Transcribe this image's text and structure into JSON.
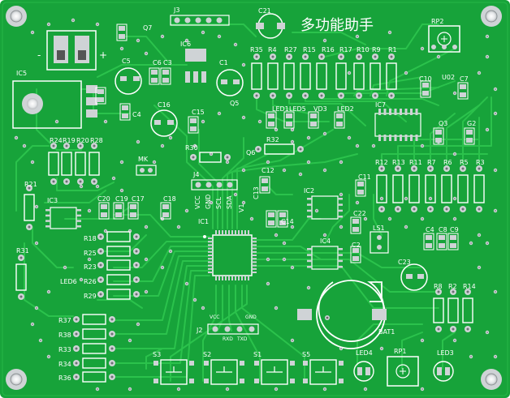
{
  "board": {
    "title_text": "多功能助手",
    "colors": {
      "soldermask": "#17a33a",
      "trace": "#2bc24c",
      "copper_pad": "#cfd3d6",
      "silkscreen": "#ffffff",
      "background": "#ffffff"
    }
  },
  "labels": {
    "J3": "J3",
    "C21": "C21",
    "RP2": "RP2",
    "Q7": "Q7",
    "IC6": "IC6",
    "C5": "C5",
    "C6": "C6",
    "C3": "C3",
    "C1": "C1",
    "IC5": "IC5",
    "minus": "-",
    "plus": "+",
    "C4": "C4",
    "C16": "C16",
    "C15": "C15",
    "Q5": "Q5",
    "R35": "R35",
    "R4": "R4",
    "R27": "R27",
    "R15": "R15",
    "R16": "R16",
    "R17": "R17",
    "R10": "R10",
    "R9": "R9",
    "R1": "R1",
    "C10": "C10",
    "U02": "U02",
    "C7": "C7",
    "LED1": "LED1",
    "LED5": "LED5",
    "VD3": "VD3",
    "LED2": "LED2",
    "IC7": "IC7",
    "Q3": "Q3",
    "G2": "G2",
    "R24": "R24",
    "R19": "R19",
    "R20": "R20",
    "R28": "R28",
    "R30": "R30",
    "Q6": "Q6",
    "R32": "R32",
    "MK": "MK",
    "C12": "C12",
    "R12": "R12",
    "R13": "R13",
    "R11": "R11",
    "R7": "R7",
    "R6": "R6",
    "R5": "R5",
    "R3": "R3",
    "C11": "C11",
    "J4": "J4",
    "VCC": "VCC",
    "GND": "GND",
    "SCL": "SCL",
    "SDA": "SDA",
    "C13": "C13",
    "V1": "V1",
    "IC2": "IC2",
    "R21": "R21",
    "IC3": "IC3",
    "C20": "C20",
    "C19": "C19",
    "C17": "C17",
    "C18": "C18",
    "C14": "C14",
    "C22": "C22",
    "LS1": "LS1",
    "IC1": "IC1",
    "C8": "C8",
    "C9": "C9",
    "R18": "R18",
    "R25": "R25",
    "R23": "R23",
    "R26": "R26",
    "R29": "R29",
    "R31": "R31",
    "IC4": "IC4",
    "C2": "C2",
    "C23": "C23",
    "LED6": "LED6",
    "R8": "R8",
    "R2": "R2",
    "R14": "R14",
    "VCC2": "VCC",
    "GND2": "GND",
    "J2": "J2",
    "RXD": "RXD",
    "TXD": "TXD",
    "BAT1": "BAT1",
    "R37": "R37",
    "R38": "R38",
    "R33": "R33",
    "R34": "R34",
    "R36": "R36",
    "S3": "S3",
    "S2": "S2",
    "S1": "S1",
    "S5": "S5",
    "LED4": "LED4",
    "RP1": "RP1",
    "LED3": "LED3"
  }
}
